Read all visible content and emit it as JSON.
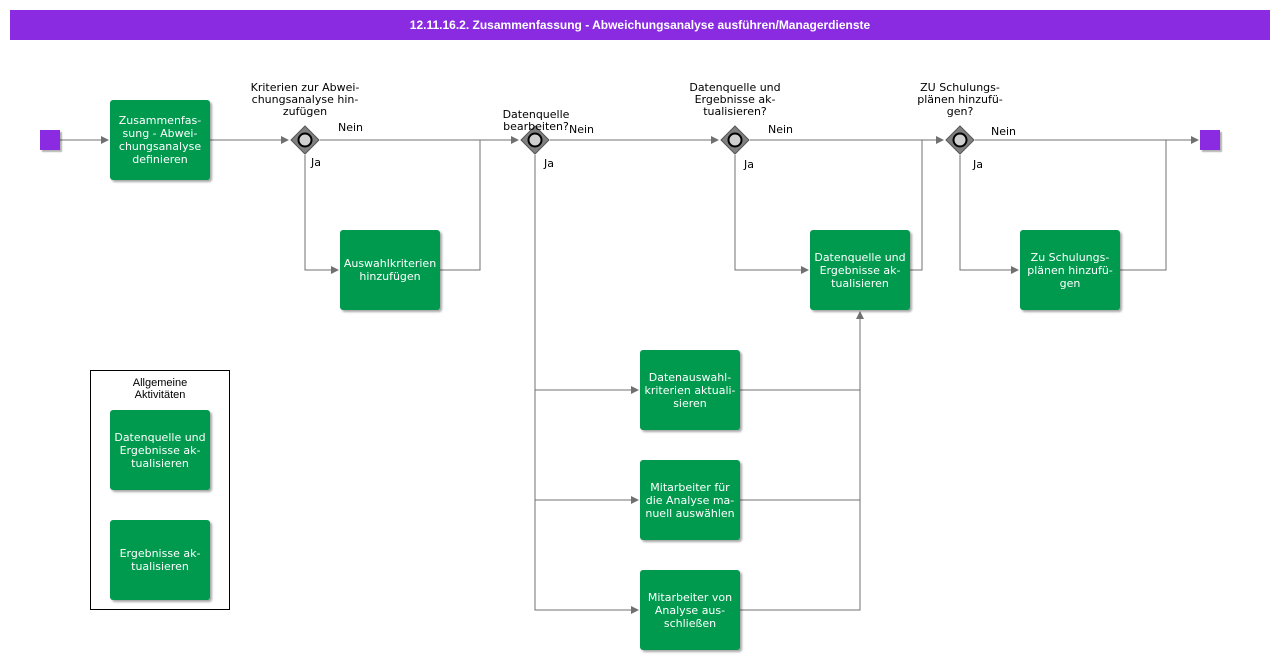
{
  "title": "12.11.16.2. Zusammenfassung - Abweichungsanalyse ausführen/Managerdienste",
  "tasks": {
    "define": "Zusammenfas-\nsung - Abwei-\nchungsanalyse\ndefinieren",
    "criteria": "Auswahlkriterien\nhinzufügen",
    "update": "Datenquelle und\nErgebnisse ak-\ntualisieren",
    "training": "Zu Schulungs-\nplänen hinzufü-\ngen",
    "dataselect": "Datenauswahl-\nkriterien aktuali-\nsieren",
    "employees": "Mitarbeiter für\ndie Analyse ma-\nnuell auswählen",
    "exclude": "Mitarbeiter von\nAnalyse aus-\nschließen"
  },
  "gateways": {
    "g1": "Kriterien zur Abwei-\nchungsanalyse hin-\nzufügen",
    "g2": "Datenquelle\nbearbeiten?",
    "g3": "Datenquelle und\nErgebnisse ak-\ntualisieren?",
    "g4": "ZU Schulungs-\nplänen hinzufü-\ngen?"
  },
  "flow_labels": {
    "yes": "Ja",
    "no": "Nein"
  },
  "group": {
    "title": "Allgemeine\nAktivitäten",
    "tasks": [
      "Datenquelle und\nErgebnisse ak-\ntualisieren",
      "Ergebnisse ak-\ntualisieren"
    ]
  },
  "colors": {
    "header": "#8a2be2",
    "task": "#009a4e",
    "event": "#8a2be2",
    "gateway": "#808080",
    "line": "#707070"
  }
}
